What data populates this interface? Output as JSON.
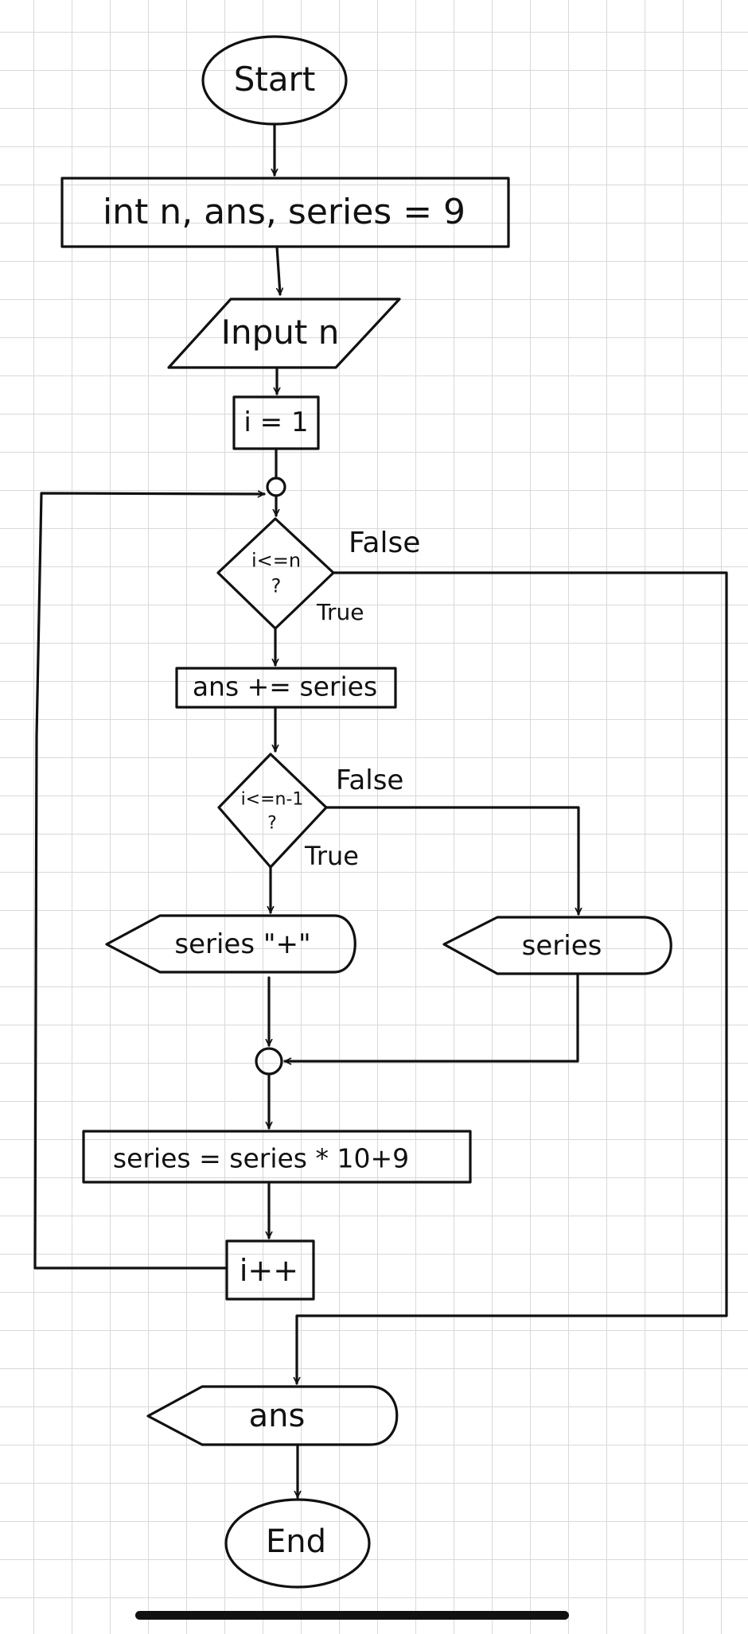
{
  "flowchart": {
    "nodes": {
      "start": "Start",
      "declare": "int n, ans, series = 9",
      "input": "Input n",
      "init": "i = 1",
      "cond_outer": "i<=n ?",
      "accumulate": "ans += series",
      "cond_inner": "i<=n-1 ?",
      "output_plus": "series \"+\"",
      "output_series": "series",
      "update": "series = series * 10+9",
      "increment": "i++",
      "output_ans": "ans",
      "end": "End"
    },
    "edge_labels": {
      "outer_false": "False",
      "outer_true": "True",
      "inner_false": "False",
      "inner_true": "True"
    }
  }
}
